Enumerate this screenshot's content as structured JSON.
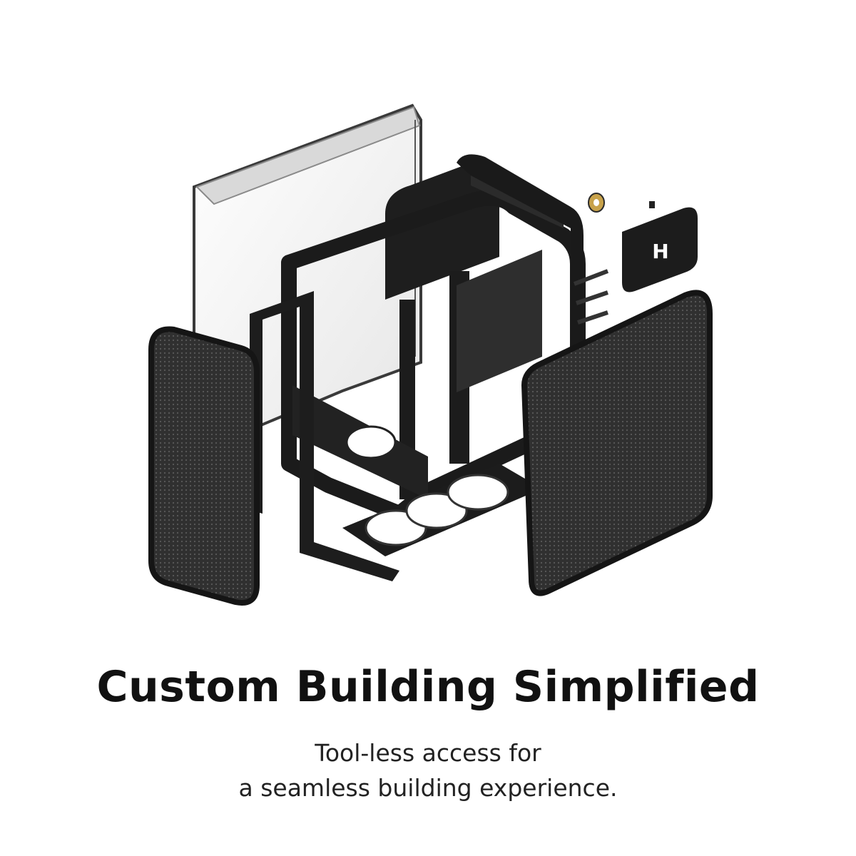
{
  "headline": "Custom Building Simplified",
  "subtext": {
    "line1": "Tool-less access for",
    "line2": "a seamless building experience."
  },
  "logo_badge": "H",
  "colors": {
    "background": "#ffffff",
    "case_black": "#1b1b1b",
    "mesh_dark": "#2a2a2a",
    "glass_tint": "#f2f2f2",
    "accent_gold": "#c8a24a",
    "text": "#111111"
  }
}
